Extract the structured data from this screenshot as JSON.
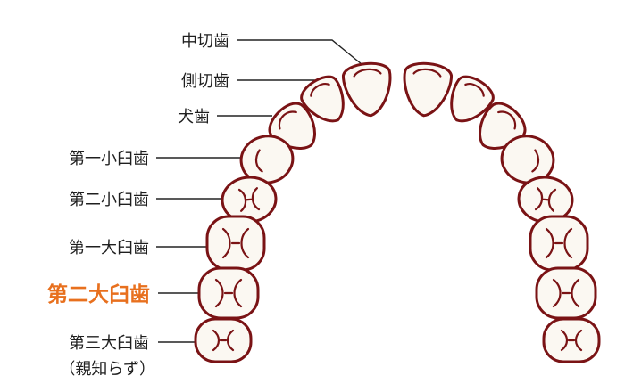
{
  "colors": {
    "tooth_outline": "#7a1315",
    "tooth_fill": "#fbf8f2",
    "label_text": "#1f1f1f",
    "highlight": "#e8701e"
  },
  "labels": {
    "central_incisor": "中切歯",
    "lateral_incisor": "側切歯",
    "canine": "犬歯",
    "first_premolar": "第一小臼歯",
    "second_premolar": "第二小臼歯",
    "first_molar": "第一大臼歯",
    "second_molar": "第二大臼歯",
    "third_molar": "第三大臼歯",
    "third_molar_note": "（親知らず）"
  },
  "highlighted_tooth": "second_molar"
}
